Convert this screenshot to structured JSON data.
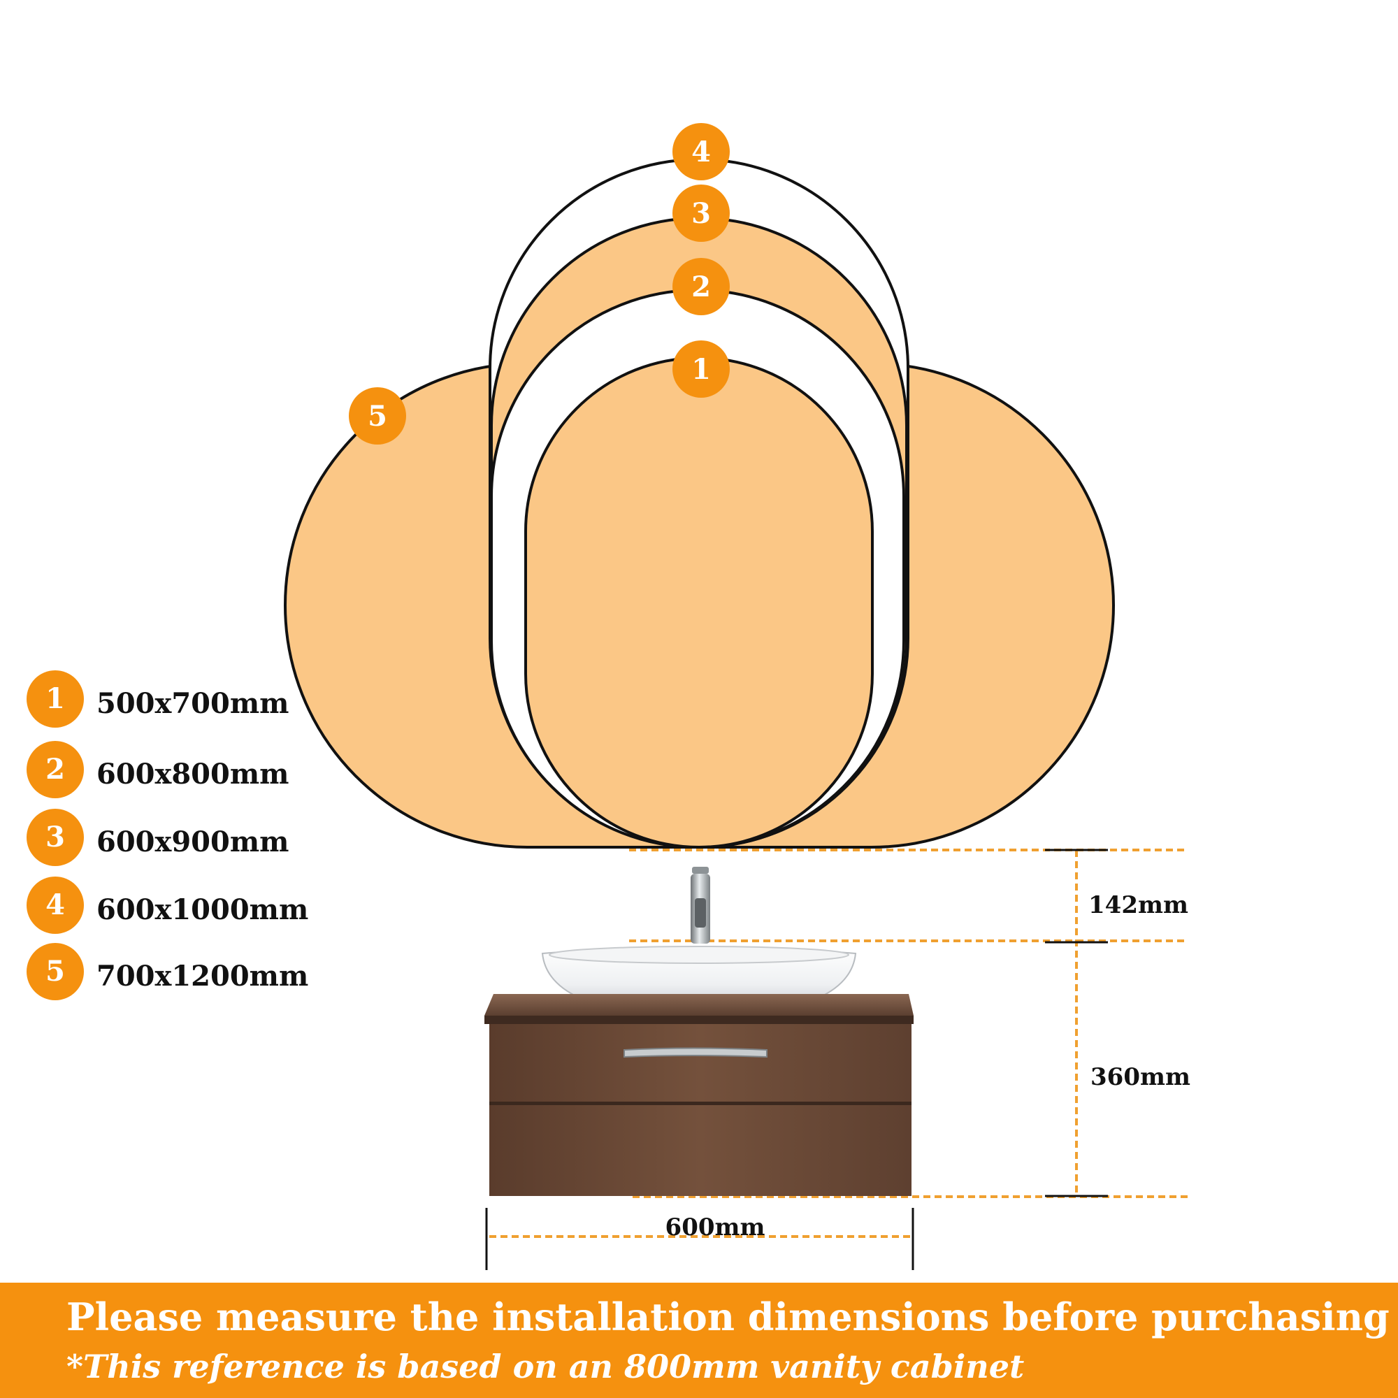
{
  "colors": {
    "accent": "#f5910f",
    "mirror_fill": "#fbc786",
    "outline": "#111111",
    "dashed_guide": "#f0a030",
    "cabinet_wood": "#6b4a37"
  },
  "mirrors": [
    {
      "number": "5",
      "size": "700x1200mm"
    },
    {
      "number": "4",
      "size": "600x1000mm"
    },
    {
      "number": "3",
      "size": "600x900mm"
    },
    {
      "number": "2",
      "size": "600x800mm"
    },
    {
      "number": "1",
      "size": "500x700mm"
    }
  ],
  "legend": [
    {
      "number": "1",
      "label": "500x700mm"
    },
    {
      "number": "2",
      "label": "600x800mm"
    },
    {
      "number": "3",
      "label": "600x900mm"
    },
    {
      "number": "4",
      "label": "600x1000mm"
    },
    {
      "number": "5",
      "label": "700x1200mm"
    }
  ],
  "dimensions": {
    "gap_label": "142mm",
    "cabinet_height_label": "360mm",
    "cabinet_width_label": "600mm"
  },
  "banner": {
    "line1": "Please measure the installation dimensions before purchasing",
    "line2": "*This reference is based on an 800mm vanity cabinet"
  }
}
